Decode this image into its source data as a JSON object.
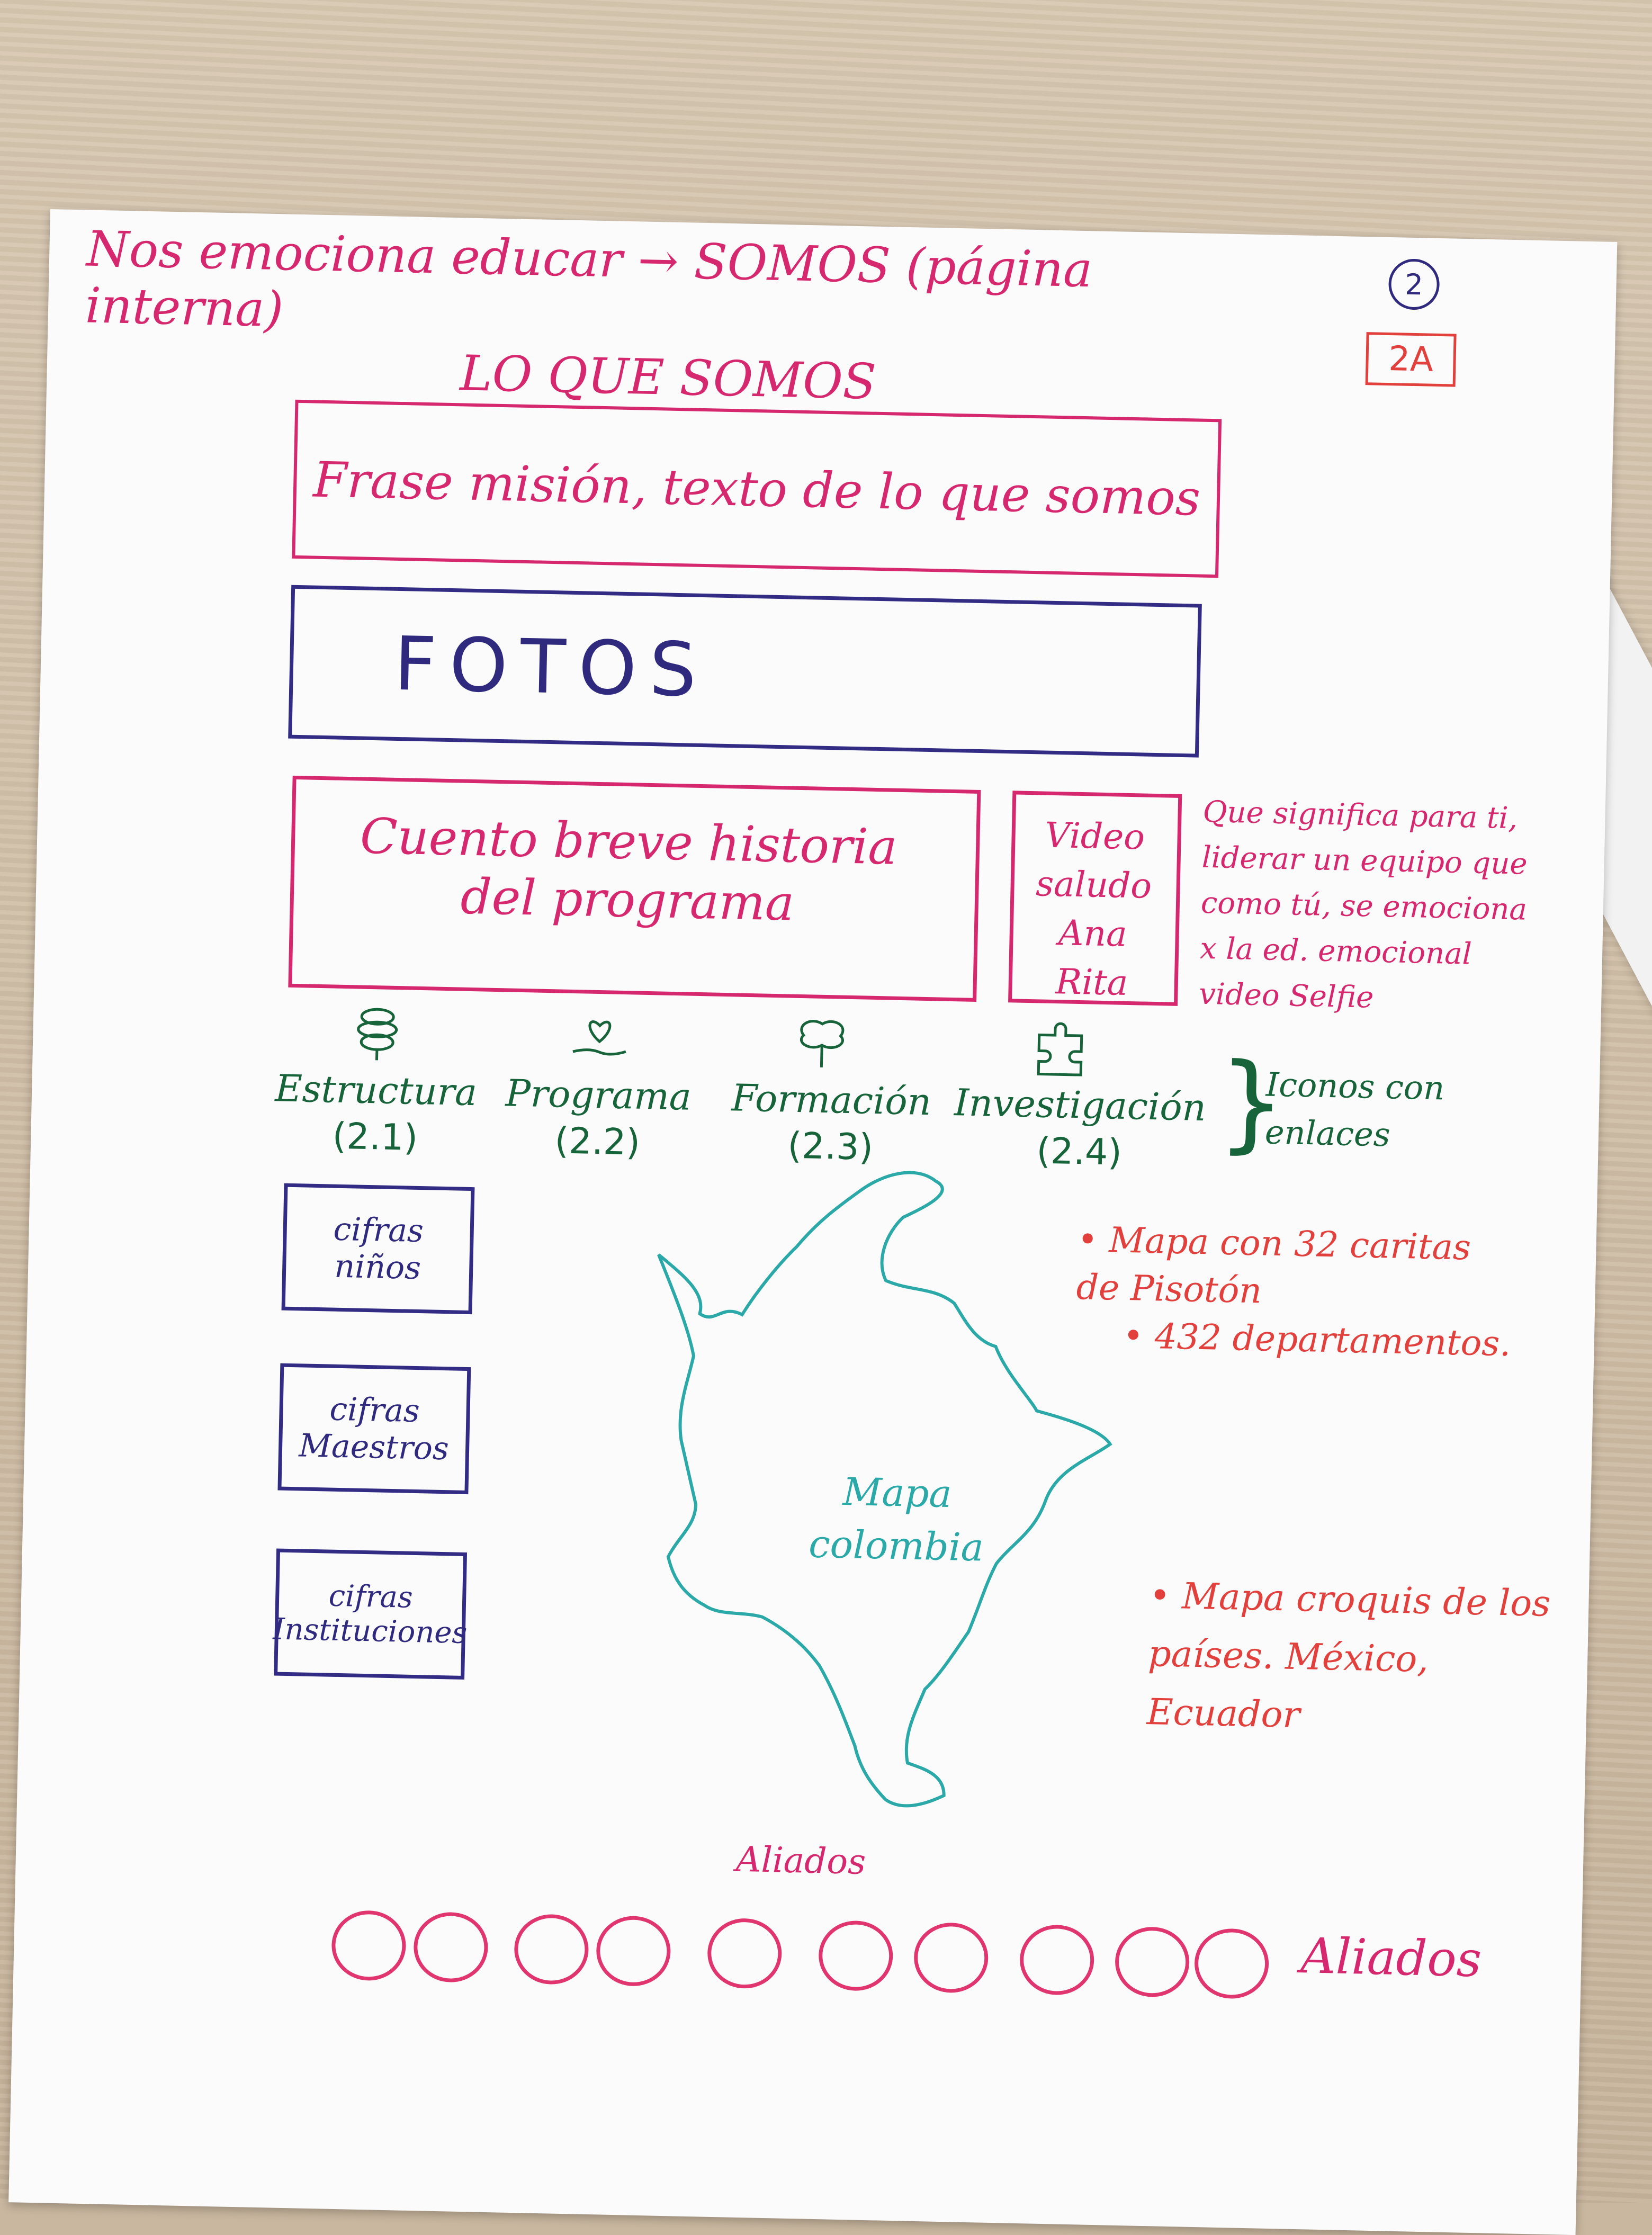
{
  "header": {
    "title": "Nos emociona educar → SOMOS (página interna)",
    "page_number": "2",
    "page_code": "2A"
  },
  "section": {
    "heading": "LO QUE SOMOS"
  },
  "mission_box": {
    "text": "Frase misión, texto de lo que somos"
  },
  "photos_box": {
    "label": "FOTOS"
  },
  "story_box": {
    "text": "Cuento breve historia del programa"
  },
  "video_box": {
    "text": "Video saludo Ana Rita"
  },
  "video_note": {
    "text": "Que significa para ti, liderar un equipo que como tú, se emociona x la ed. emocional video Selfie"
  },
  "nav_icons": [
    {
      "label": "Estructura",
      "code": "(2.1)",
      "icon": "brain-icon"
    },
    {
      "label": "Programa",
      "code": "(2.2)",
      "icon": "heart-plant-icon"
    },
    {
      "label": "Formación",
      "code": "(2.3)",
      "icon": "tree-icon"
    },
    {
      "label": "Investigación",
      "code": "(2.4)",
      "icon": "puzzle-icon"
    }
  ],
  "nav_note": {
    "text": "Iconos con enlaces"
  },
  "figures": [
    {
      "text": "cifras niños"
    },
    {
      "text": "cifras Maestros"
    },
    {
      "text": "cifras Instituciones"
    }
  ],
  "map": {
    "label": "Mapa colombia"
  },
  "map_notes": [
    "• Mapa con 32 caritas de Pisotón",
    "• 432 departamentos."
  ],
  "countries_note": {
    "text": "• Mapa croquis de los países. México, Ecuador"
  },
  "allies": {
    "title": "Aliados",
    "side_label": "Aliados",
    "count": 10
  },
  "colors": {
    "pink": "#d6286e",
    "blue": "#322c85",
    "green": "#17643a",
    "teal": "#2ba9a8",
    "red": "#e2403c"
  }
}
